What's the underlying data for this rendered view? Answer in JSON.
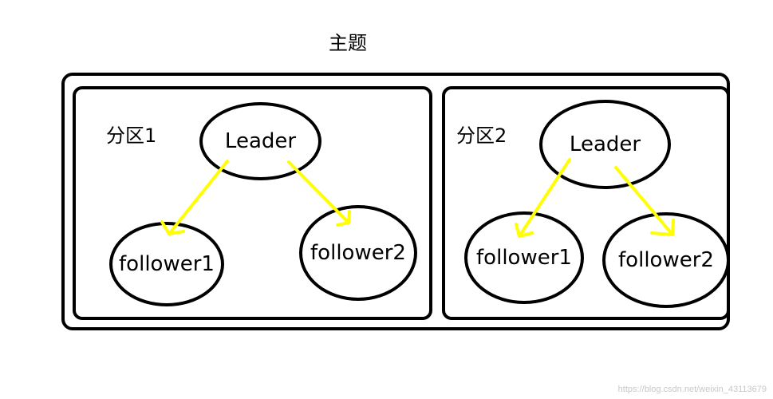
{
  "title": "主题",
  "partitions": [
    {
      "label": "分区1",
      "leader": "Leader",
      "followers": [
        "follower1",
        "follower2"
      ]
    },
    {
      "label": "分区2",
      "leader": "Leader",
      "followers": [
        "follower1",
        "follower2"
      ]
    }
  ],
  "colors": {
    "arrow": "#ffff00",
    "stroke": "#000000"
  },
  "watermark": "https://blog.csdn.net/weixin_43113679"
}
